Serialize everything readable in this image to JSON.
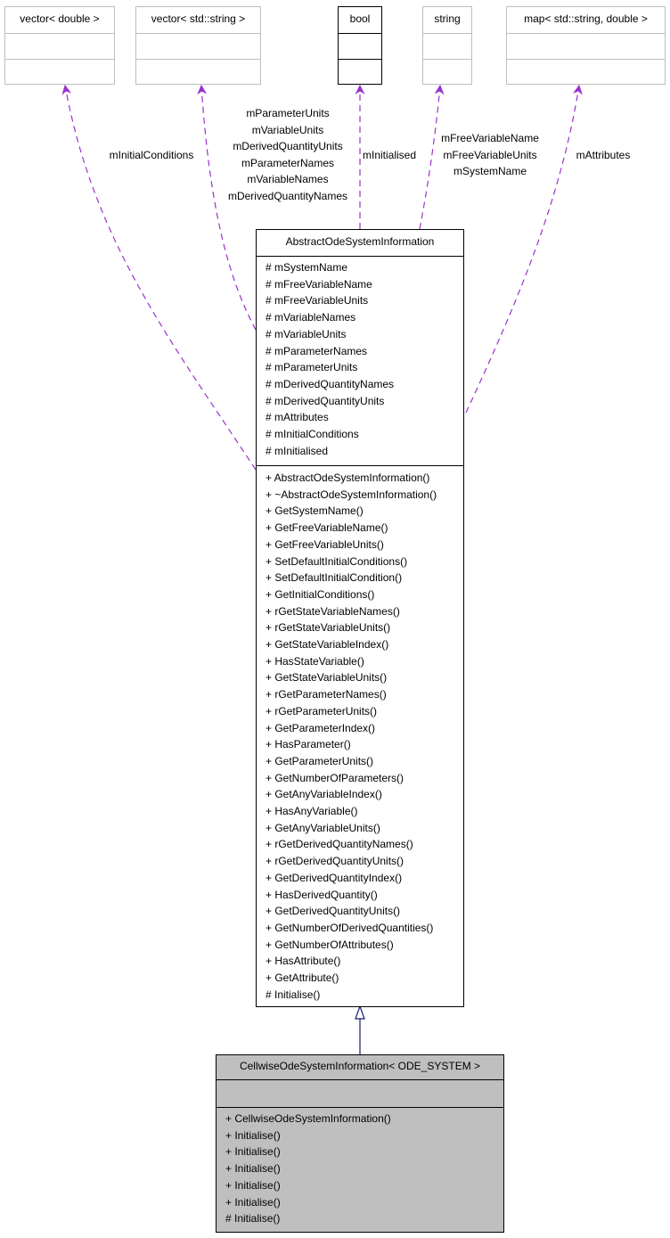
{
  "external_types": [
    {
      "id": "vec_double",
      "label": "vector< double >"
    },
    {
      "id": "vec_string",
      "label": "vector< std::string >"
    },
    {
      "id": "bool",
      "label": "bool"
    },
    {
      "id": "string",
      "label": "string"
    },
    {
      "id": "map_string_double",
      "label": "map< std::string, double >"
    }
  ],
  "abstract_class": {
    "name": "AbstractOdeSystemInformation",
    "attributes": [
      "# mSystemName",
      "# mFreeVariableName",
      "# mFreeVariableUnits",
      "# mVariableNames",
      "# mVariableUnits",
      "# mParameterNames",
      "# mParameterUnits",
      "# mDerivedQuantityNames",
      "# mDerivedQuantityUnits",
      "# mAttributes",
      "# mInitialConditions",
      "# mInitialised"
    ],
    "methods": [
      "+ AbstractOdeSystemInformation()",
      "+ ~AbstractOdeSystemInformation()",
      "+ GetSystemName()",
      "+ GetFreeVariableName()",
      "+ GetFreeVariableUnits()",
      "+ SetDefaultInitialConditions()",
      "+ SetDefaultInitialCondition()",
      "+ GetInitialConditions()",
      "+ rGetStateVariableNames()",
      "+ rGetStateVariableUnits()",
      "+ GetStateVariableIndex()",
      "+ HasStateVariable()",
      "+ GetStateVariableUnits()",
      "+ rGetParameterNames()",
      "+ rGetParameterUnits()",
      "+ GetParameterIndex()",
      "+ HasParameter()",
      "+ GetParameterUnits()",
      "+ GetNumberOfParameters()",
      "+ GetAnyVariableIndex()",
      "+ HasAnyVariable()",
      "+ GetAnyVariableUnits()",
      "+ rGetDerivedQuantityNames()",
      "+ rGetDerivedQuantityUnits()",
      "+ GetDerivedQuantityIndex()",
      "+ HasDerivedQuantity()",
      "+ GetDerivedQuantityUnits()",
      "+ GetNumberOfDerivedQuantities()",
      "+ GetNumberOfAttributes()",
      "+ HasAttribute()",
      "+ GetAttribute()",
      "# Initialise()"
    ]
  },
  "derived_class": {
    "name": "CellwiseOdeSystemInformation< ODE_SYSTEM >",
    "attributes": [],
    "methods": [
      "+ CellwiseOdeSystemInformation()",
      "+ Initialise()",
      "+ Initialise()",
      "+ Initialise()",
      "+ Initialise()",
      "+ Initialise()",
      "# Initialise()"
    ]
  },
  "edge_labels": {
    "initial_conditions": [
      "mInitialConditions"
    ],
    "string_vectors": [
      "mParameterUnits",
      "mVariableUnits",
      "mDerivedQuantityUnits",
      "mParameterNames",
      "mVariableNames",
      "mDerivedQuantityNames"
    ],
    "initialised": [
      "mInitialised"
    ],
    "strings": [
      "mFreeVariableName",
      "mFreeVariableUnits",
      "mSystemName"
    ],
    "attributes": [
      "mAttributes"
    ]
  },
  "colors": {
    "usage_edge": "#9a32cd",
    "inheritance_edge": "#191970",
    "external_border": "#bfbfbf",
    "derived_fill": "#bfbfbf"
  }
}
